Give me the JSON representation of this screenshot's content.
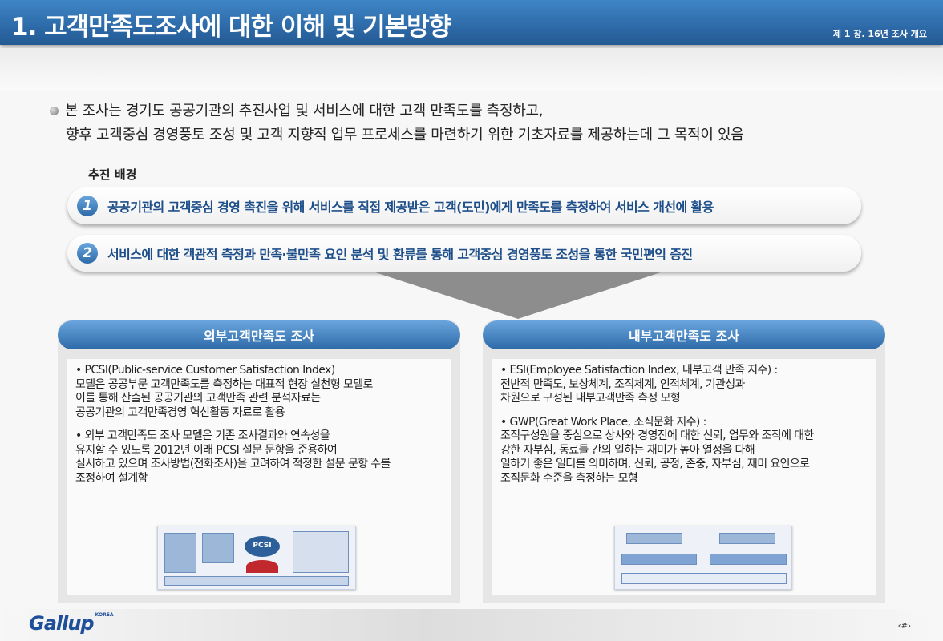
{
  "header": {
    "title": "1. 고객만족도조사에 대한 이해 및 기본방향",
    "chapter": "제 1 장. 16년 조사 개요"
  },
  "intro": {
    "line1": "본 조사는 경기도 공공기관의 추진사업 및 서비스에 대한 고객 만족도를 측정하고,",
    "line2": "향후 고객중심 경영풍토 조성 및 고객 지향적 업무 프로세스를 마련하기 위한 기초자료를 제공하는데 그 목적이 있음"
  },
  "background": {
    "label": "추진 배경",
    "items": [
      {
        "num": "1",
        "text": "공공기관의 고객중심 경영 촉진을 위해 서비스를 직접 제공받은 고객(도민)에게 만족도를 측정하여 서비스 개선에 활용"
      },
      {
        "num": "2",
        "text": "서비스에 대한 객관적 측정과 만족·불만족 요인 분석 및 환류를 통해 고객중심 경영풍토 조성을 통한 국민편익 증진"
      }
    ]
  },
  "panels": [
    {
      "title": "외부고객만족도 조사",
      "bullets": [
        "• PCSI(Public-service Customer Satisfaction Index)\n   모델은 공공부문 고객만족도를 측정하는 대표적 현장 실천형 모델로\n   이를 통해 산출된 공공기관의 고객만족 관련 분석자료는\n  공공기관의 고객만족경영 혁신활동 자료로 활용",
        "• 외부 고객만족도 조사 모델은 기존 조사결과와 연속성을\n   유지할 수 있도록 2012년 이래 PCSI 설문 문항을 준용하여\n   실시하고 있으며 조사방법(전화조사)을 고려하여 적정한 설문 문항 수를\n   조정하여 설계함"
      ]
    },
    {
      "title": "내부고객만족도 조사",
      "bullets": [
        "•  ESI(Employee Satisfaction Index, 내부고객 만족 지수) :\n   전반적 만족도, 보상체계, 조직체계, 인적체계, 기관성과\n   차원으로 구성된 내부고객만족 측정 모형",
        "•  GWP(Great Work Place, 조직문화 지수) :\n  조직구성원을 중심으로 상사와 경영진에 대한 신뢰, 업무와 조직에 대한\n  강한 자부심, 동료들 간의 일하는 재미가 높아 열정을 다해\n  일하기 좋은 일터를 의미하며, 신뢰, 공정, 존중, 자부심, 재미 요인으로\n  조직문화 수준을 측정하는 모형"
      ]
    }
  ],
  "figure": {
    "pcsi_label": "PCSI"
  },
  "footer": {
    "logo": "Gallup",
    "logo_sub": "KOREA",
    "page": "‹#›"
  },
  "colors": {
    "header": "#2d6aa8",
    "accent_text": "#1f4f8a",
    "logo": "#1f4f9a"
  }
}
